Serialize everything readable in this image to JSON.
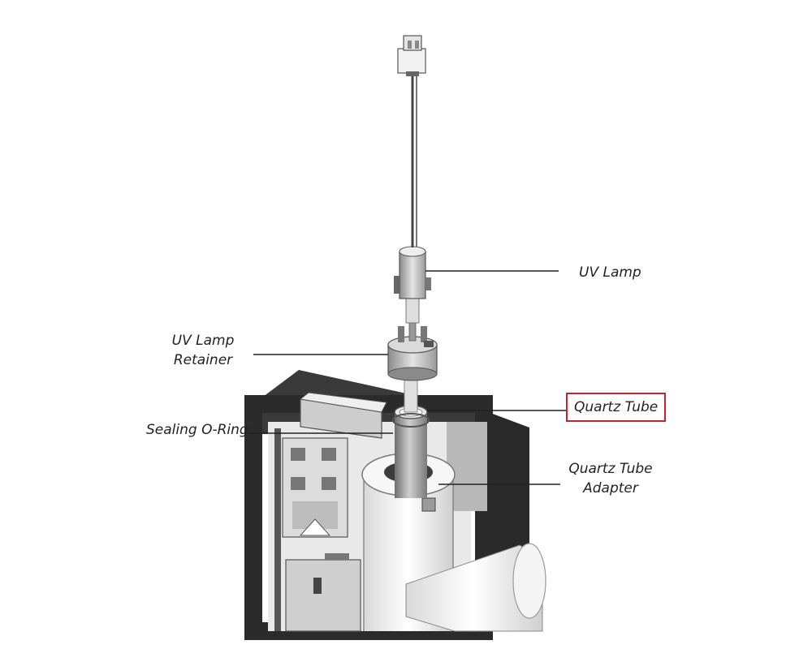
{
  "labels": {
    "uv_lamp": "UV Lamp",
    "uv_lamp_retainer_1": "UV Lamp",
    "uv_lamp_retainer_2": "Retainer",
    "sealing_o_ring": "Sealing O-Ring",
    "quartz_tube": "Quartz Tube",
    "quartz_tube_adapter_1": "Quartz Tube",
    "quartz_tube_adapter_2": "Adapter"
  },
  "colors": {
    "highlight_border": "#c0262d",
    "housing_frame": "#2b2b2b",
    "leader_line": "#222222"
  }
}
